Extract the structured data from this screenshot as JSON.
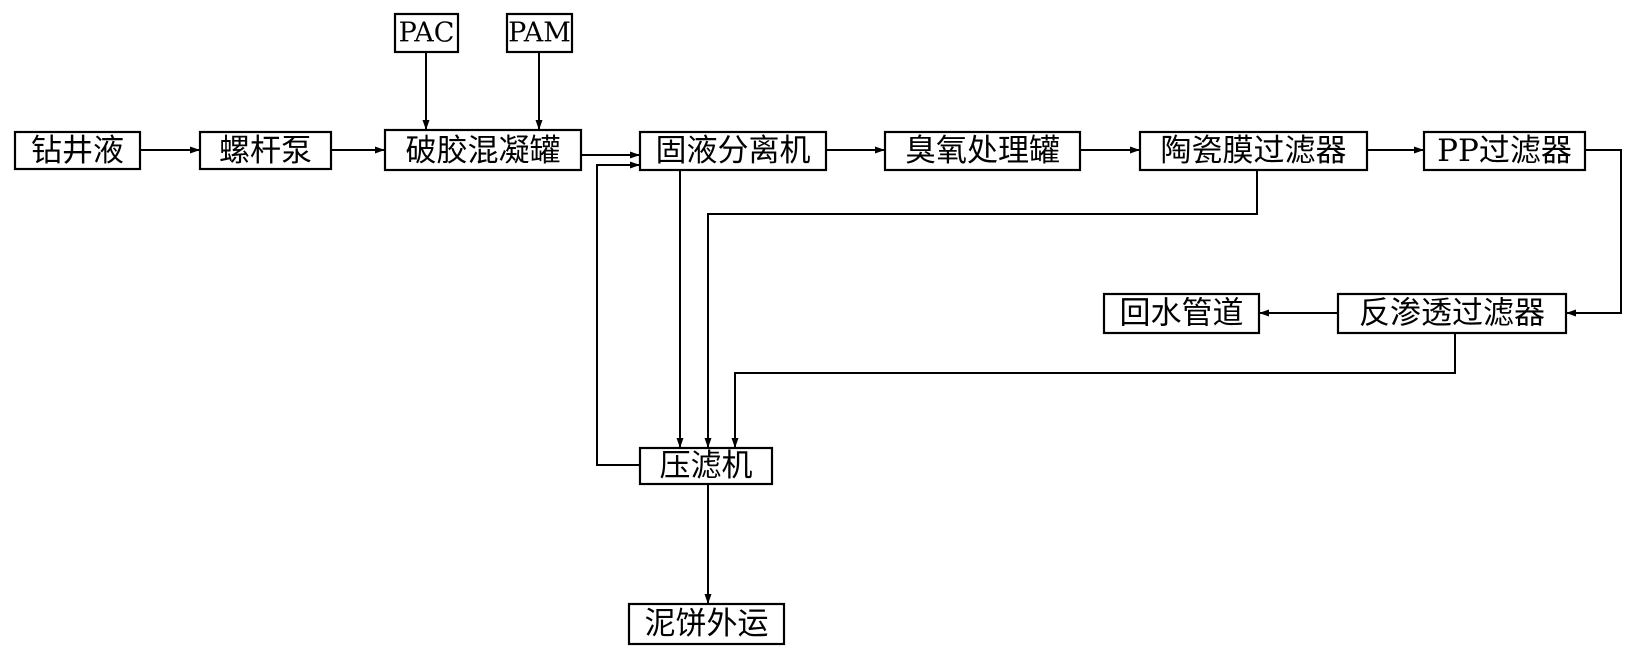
{
  "nodes": {
    "drilling_fluid": "钻井液",
    "screw_pump": "螺杆泵",
    "coagulation_tank": "破胶混凝罐",
    "pac": "PAC",
    "pam": "PAM",
    "solid_liquid_separator": "固液分离机",
    "ozone_tank": "臭氧处理罐",
    "ceramic_membrane_filter": "陶瓷膜过滤器",
    "pp_filter": "PP过滤器",
    "reverse_osmosis_filter": "反渗透过滤器",
    "return_water_pipeline": "回水管道",
    "filter_press": "压滤机",
    "mud_cake_transport": "泥饼外运"
  },
  "edges": [
    [
      "drilling_fluid",
      "screw_pump"
    ],
    [
      "screw_pump",
      "coagulation_tank"
    ],
    [
      "pac",
      "coagulation_tank"
    ],
    [
      "pam",
      "coagulation_tank"
    ],
    [
      "coagulation_tank",
      "solid_liquid_separator"
    ],
    [
      "solid_liquid_separator",
      "ozone_tank"
    ],
    [
      "ozone_tank",
      "ceramic_membrane_filter"
    ],
    [
      "ceramic_membrane_filter",
      "pp_filter"
    ],
    [
      "pp_filter",
      "reverse_osmosis_filter"
    ],
    [
      "reverse_osmosis_filter",
      "return_water_pipeline"
    ],
    [
      "solid_liquid_separator",
      "filter_press"
    ],
    [
      "ceramic_membrane_filter",
      "filter_press"
    ],
    [
      "reverse_osmosis_filter",
      "filter_press"
    ],
    [
      "filter_press",
      "solid_liquid_separator"
    ],
    [
      "filter_press",
      "mud_cake_transport"
    ]
  ]
}
